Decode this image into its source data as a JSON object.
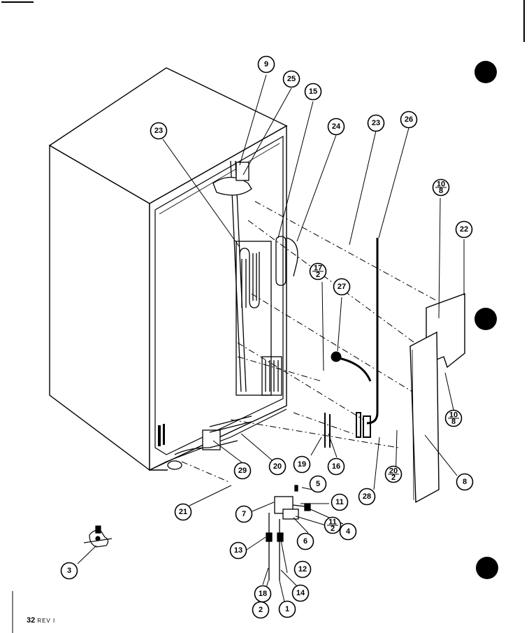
{
  "callouts": [
    {
      "label": "9"
    },
    {
      "label": "25"
    },
    {
      "label": "15"
    },
    {
      "label": "24"
    },
    {
      "label": "23"
    },
    {
      "label": "23"
    },
    {
      "label": "26"
    },
    {
      "label": "10",
      "sub": "8"
    },
    {
      "label": "22"
    },
    {
      "label": "17",
      "sub": "2"
    },
    {
      "label": "27"
    },
    {
      "label": "10",
      "sub": "8"
    },
    {
      "label": "8"
    },
    {
      "label": "29"
    },
    {
      "label": "20"
    },
    {
      "label": "19"
    },
    {
      "label": "16"
    },
    {
      "label": "28"
    },
    {
      "label": "20",
      "sub": "2"
    },
    {
      "label": "21"
    },
    {
      "label": "5"
    },
    {
      "label": "7"
    },
    {
      "label": "11"
    },
    {
      "label": "4"
    },
    {
      "label": "6"
    },
    {
      "label": "11",
      "sub": "2"
    },
    {
      "label": "13"
    },
    {
      "label": "12"
    },
    {
      "label": "18"
    },
    {
      "label": "14"
    },
    {
      "label": "2"
    },
    {
      "label": "1"
    },
    {
      "label": "3"
    }
  ],
  "footer": {
    "page_number": "32",
    "revision": "REV I"
  }
}
